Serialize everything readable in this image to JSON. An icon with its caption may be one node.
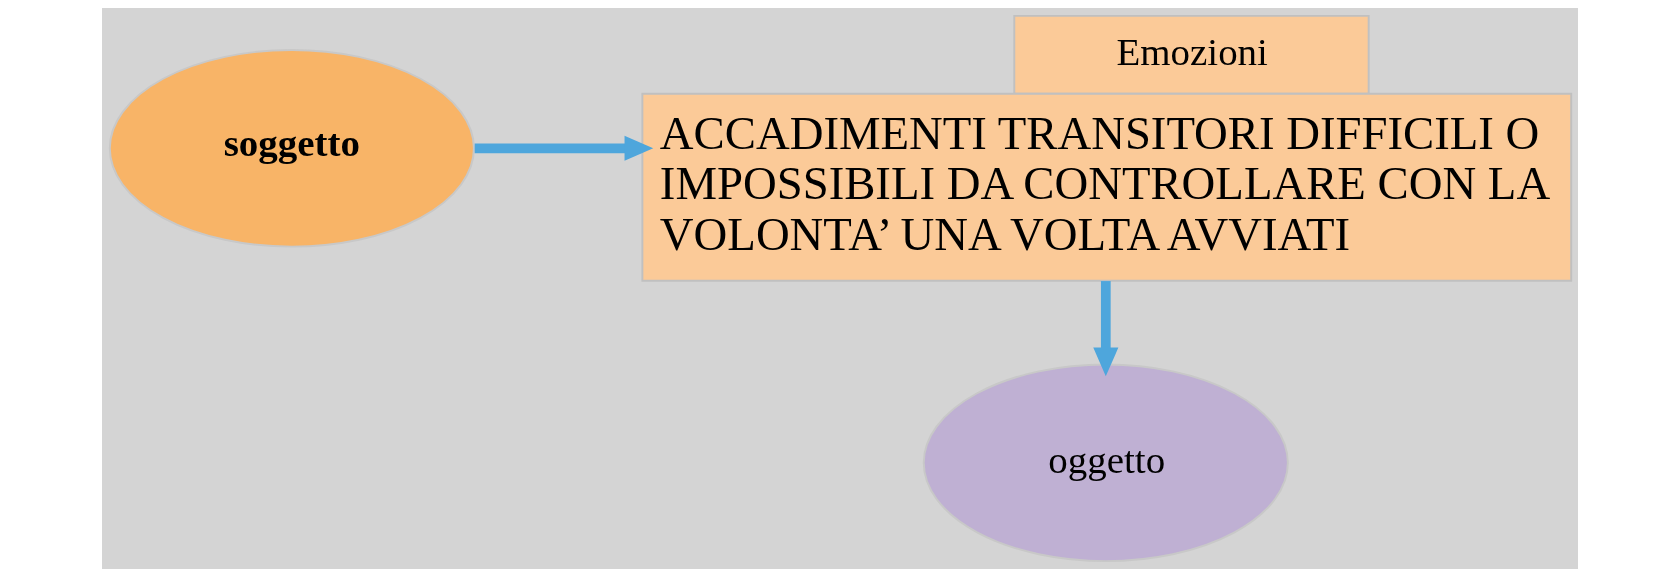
{
  "diagram": {
    "nodes": [
      {
        "text": [
          "soggetto"
        ]
      },
      {
        "text": [
          "Emozioni",
          "ACCADIMENTI TRANSITORI DIFFICILI O IMPOSSIBILI DA CONTROLLARE CON LA VOLONTA’ UNA VOLTA AVVIATI"
        ]
      },
      {
        "text": [
          "oggetto"
        ]
      }
    ],
    "edges": [
      {
        "from": 0,
        "to": 1,
        "arrow": "to"
      },
      {
        "from": 1,
        "to": 2,
        "arrow": "to"
      }
    ]
  }
}
